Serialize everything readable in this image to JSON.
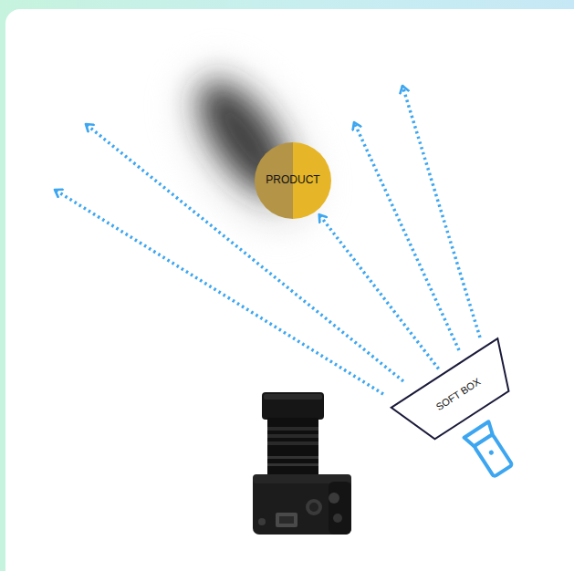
{
  "diagram": {
    "nodes": [
      {
        "text": [
          "PRODUCT"
        ]
      },
      {
        "text": [
          "SOFT BOX"
        ]
      }
    ],
    "edges": [
      {
        "from": 1,
        "to": 0,
        "arrow": "to"
      }
    ]
  }
}
